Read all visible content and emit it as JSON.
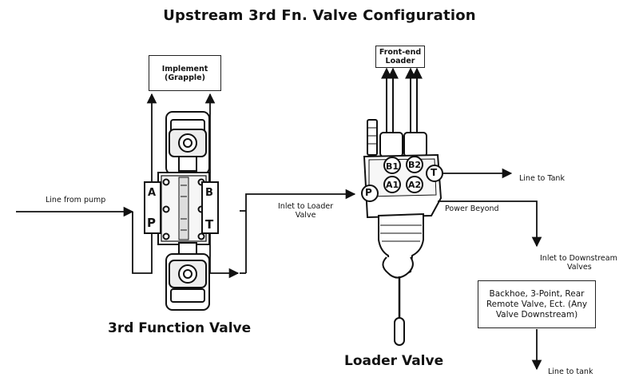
{
  "title": "Upstream 3rd Fn. Valve Configuration",
  "third_function_valve": {
    "label": "3rd Function Valve",
    "ports": {
      "a": "A",
      "b": "B",
      "p": "P",
      "t": "T"
    },
    "implement_box": {
      "line1": "Implement",
      "line2": "(Grapple)"
    },
    "line_from_pump": "Line from pump"
  },
  "loader_valve": {
    "label": "Loader Valve",
    "front_end_box": {
      "line1": "Front-end",
      "line2": "Loader"
    },
    "ports": {
      "b1": "B1",
      "b2": "B2",
      "a1": "A1",
      "a2": "A2",
      "t": "T",
      "p": "P"
    },
    "inlet_label": {
      "line1": "Inlet to Loader",
      "line2": "Valve"
    },
    "line_to_tank": "Line to Tank",
    "power_beyond": "Power Beyond"
  },
  "downstream": {
    "inlet_label": {
      "line1": "Inlet to Downstream",
      "line2": "Valves"
    },
    "box_lines": [
      "Backhoe, 3-Point, Rear",
      "Remote Valve, Ect. (Any",
      "Valve Downstream)"
    ],
    "line_to_tank": "Line to tank"
  }
}
